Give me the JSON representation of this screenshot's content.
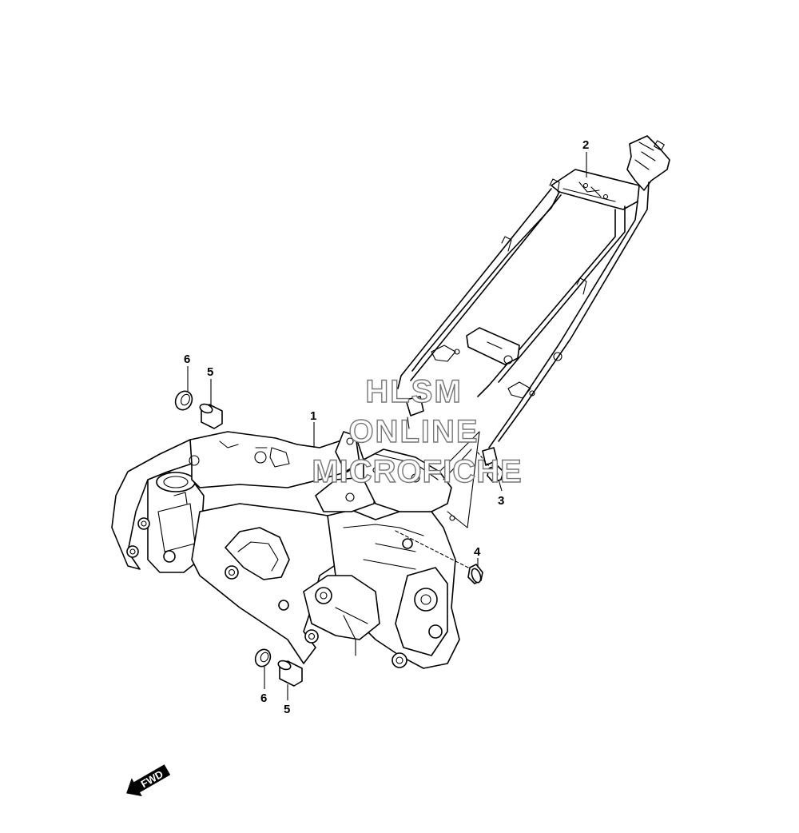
{
  "parts": [
    {
      "id": "p1",
      "label": "1",
      "name": "main-frame"
    },
    {
      "id": "p2",
      "label": "2",
      "name": "seat-rail"
    },
    {
      "id": "p3",
      "label": "3",
      "name": "nut"
    },
    {
      "id": "p4",
      "label": "4",
      "name": "bolt"
    },
    {
      "id": "p5a",
      "label": "5",
      "name": "collar-upper"
    },
    {
      "id": "p6a",
      "label": "6",
      "name": "bushing-upper"
    },
    {
      "id": "p5b",
      "label": "5",
      "name": "collar-lower"
    },
    {
      "id": "p6b",
      "label": "6",
      "name": "bushing-lower"
    }
  ],
  "watermark": {
    "line1": "HLSM",
    "line2": "ONLINE",
    "line3": "MICROFICHE"
  },
  "fwd_label": "FWD",
  "colors": {
    "line": "#000000",
    "background": "#ffffff",
    "watermark_stroke": "#777777"
  }
}
